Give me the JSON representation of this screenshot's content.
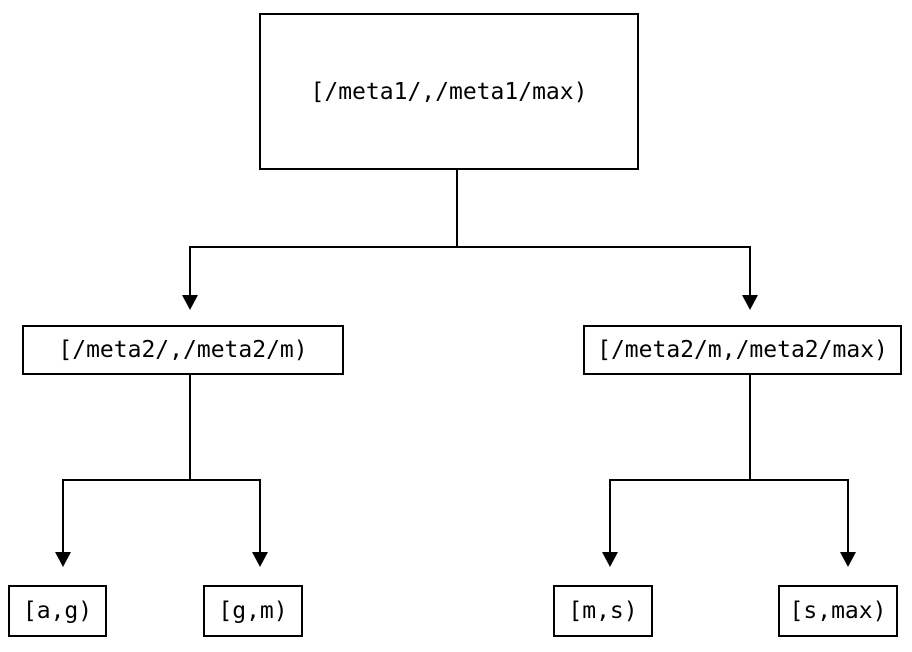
{
  "diagram": {
    "root": {
      "label": "[/meta1/,/meta1/max)"
    },
    "level2": [
      {
        "label": "[/meta2/,/meta2/m)"
      },
      {
        "label": "[/meta2/m,/meta2/max)"
      }
    ],
    "leaves": [
      {
        "label": "[a,g)"
      },
      {
        "label": "[g,m)"
      },
      {
        "label": "[m,s)"
      },
      {
        "label": "[s,max)"
      }
    ],
    "colors": {
      "line": "#000000",
      "box_border": "#000000",
      "text": "#000000",
      "background": "#ffffff"
    }
  }
}
